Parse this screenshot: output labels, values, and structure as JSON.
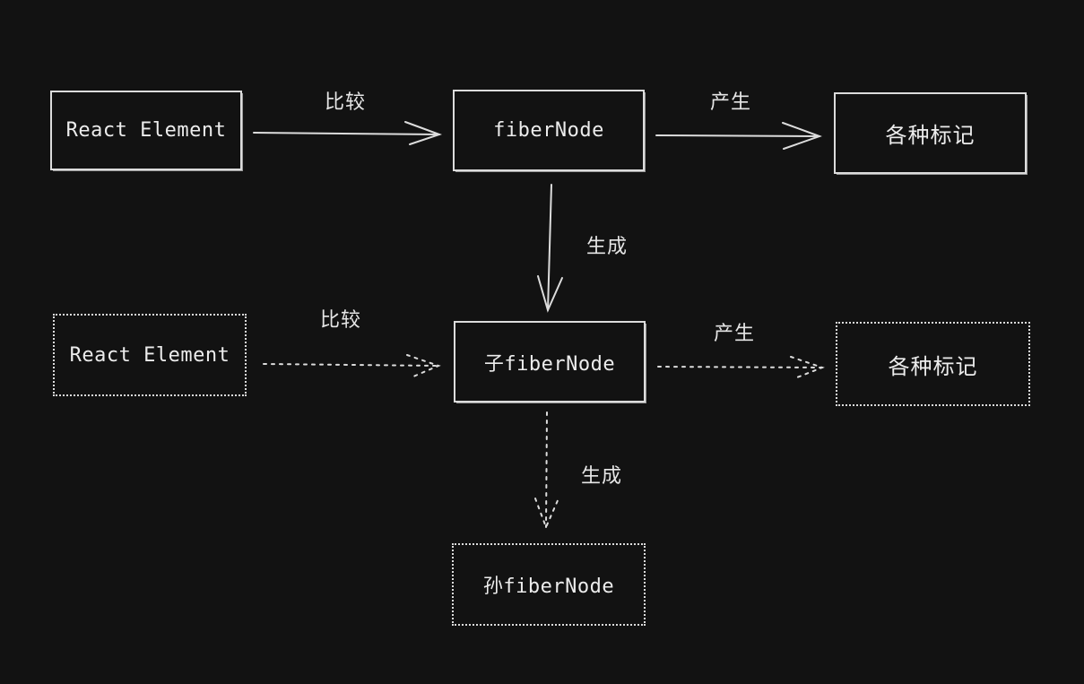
{
  "diagram": {
    "row1": {
      "source": "React Element",
      "compare_label": "比较",
      "node": "fiberNode",
      "produce_label": "产生",
      "output": "各种标记"
    },
    "generate_label_1": "生成",
    "row2": {
      "source": "React Element",
      "compare_label": "比较",
      "node": "子fiberNode",
      "produce_label": "产生",
      "output": "各种标记"
    },
    "generate_label_2": "生成",
    "grandchild": "孙fiberNode",
    "colors": {
      "background": "#121212",
      "stroke": "#dcdcdc"
    }
  }
}
